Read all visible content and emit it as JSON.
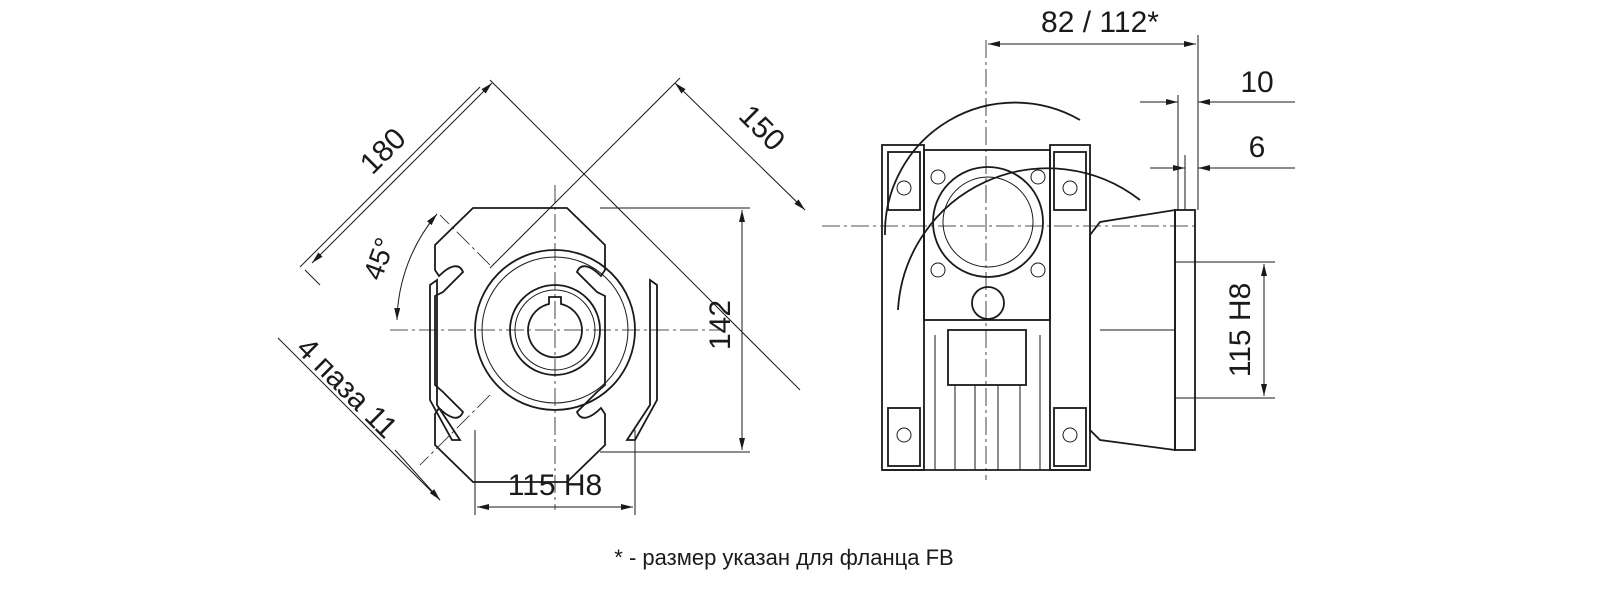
{
  "left_view": {
    "diagonal_outer": "180",
    "diagonal_inner": "150",
    "angle": "45°",
    "slots": "4 паза 11",
    "height": "142",
    "bore_width": "115 H8"
  },
  "right_view": {
    "flange_length": "82 / 112*",
    "flange_thickness": "10",
    "spigot_depth": "6",
    "spigot_diameter": "115 H8"
  },
  "footnote": "* - размер указан для фланца FB"
}
